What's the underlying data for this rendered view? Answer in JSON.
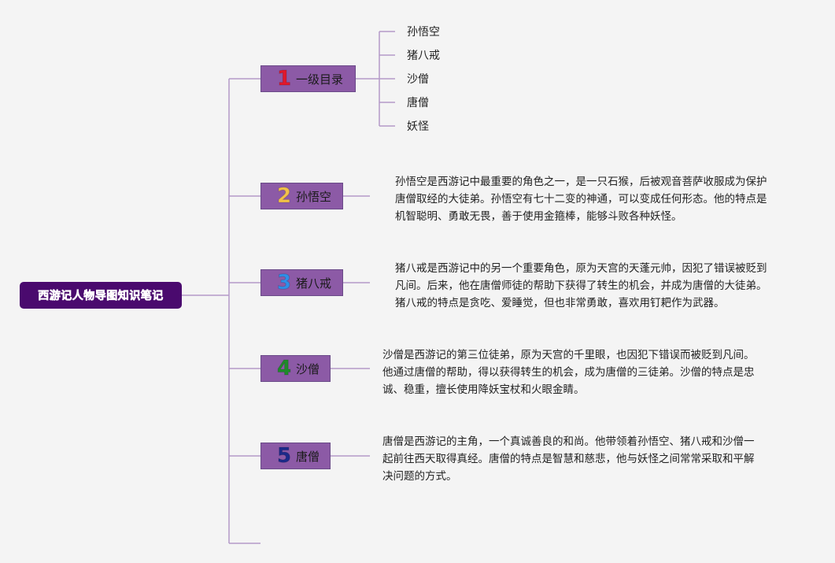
{
  "root": {
    "label": "西游记人物导图知识笔记"
  },
  "branches": [
    {
      "num": "1",
      "label": "一级目录",
      "num_color": "#e0182c",
      "children": [
        "孙悟空",
        "猪八戒",
        "沙僧",
        "唐僧",
        "妖怪"
      ]
    },
    {
      "num": "2",
      "label": "孙悟空",
      "num_color": "#f2c14a",
      "note": [
        "孙悟空是西游记中最重要的角色之一，是一只石猴，后被观音菩萨收服成为保护",
        "唐僧取经的大徒弟。孙悟空有七十二变的神通，可以变成任何形态。他的特点是",
        "机智聪明、勇敢无畏，善于使用金箍棒，能够斗败各种妖怪。"
      ]
    },
    {
      "num": "3",
      "label": "猪八戒",
      "num_color": "#2f8fe8",
      "note": [
        "猪八戒是西游记中的另一个重要角色，原为天宫的天蓬元帅，因犯了错误被贬到",
        "凡间。后来，他在唐僧师徒的帮助下获得了转生的机会，并成为唐僧的大徒弟。",
        "猪八戒的特点是贪吃、爱睡觉，但也非常勇敢，喜欢用钉耙作为武器。"
      ]
    },
    {
      "num": "4",
      "label": "沙僧",
      "num_color": "#1f8a2a",
      "note": [
        "沙僧是西游记的第三位徒弟，原为天宫的千里眼，也因犯下错误而被贬到凡间。",
        "他通过唐僧的帮助，得以获得转生的机会，成为唐僧的三徒弟。沙僧的特点是忠",
        "诚、稳重，擅长使用降妖宝杖和火眼金睛。"
      ]
    },
    {
      "num": "5",
      "label": "唐僧",
      "num_color": "#1c2a8a",
      "note": [
        "唐僧是西游记的主角，一个真诚善良的和尚。他带领着孙悟空、猪八戒和沙僧一",
        "起前往西天取得真经。唐僧的特点是智慧和慈悲，他与妖怪之间常常采取和平解",
        "决问题的方式。"
      ]
    }
  ]
}
